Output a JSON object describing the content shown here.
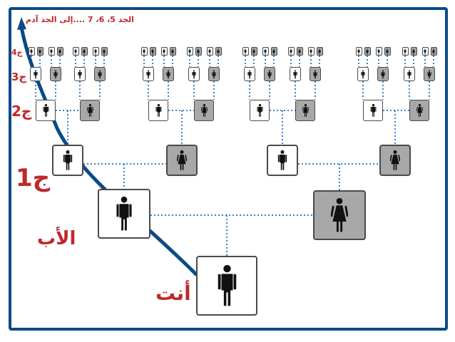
{
  "labels": {
    "top_note": "الجد 5، 6، 7 ....إلى الجد آدم",
    "g4": "ج4",
    "g3": "ج3",
    "g2": "ج2",
    "g1": "ج1",
    "father": "الأب",
    "you": "أنت"
  },
  "colors": {
    "frame": "#0b4a86",
    "curve": "#0b4a86",
    "connector": "#3a82c8",
    "label": "#c0282a",
    "male_box": "#ffffff",
    "female_box": "#a8a8a8",
    "figure": "#111111"
  },
  "icons": {
    "male": "man-icon",
    "female": "woman-icon",
    "arrow": "arrow-up-icon"
  }
}
